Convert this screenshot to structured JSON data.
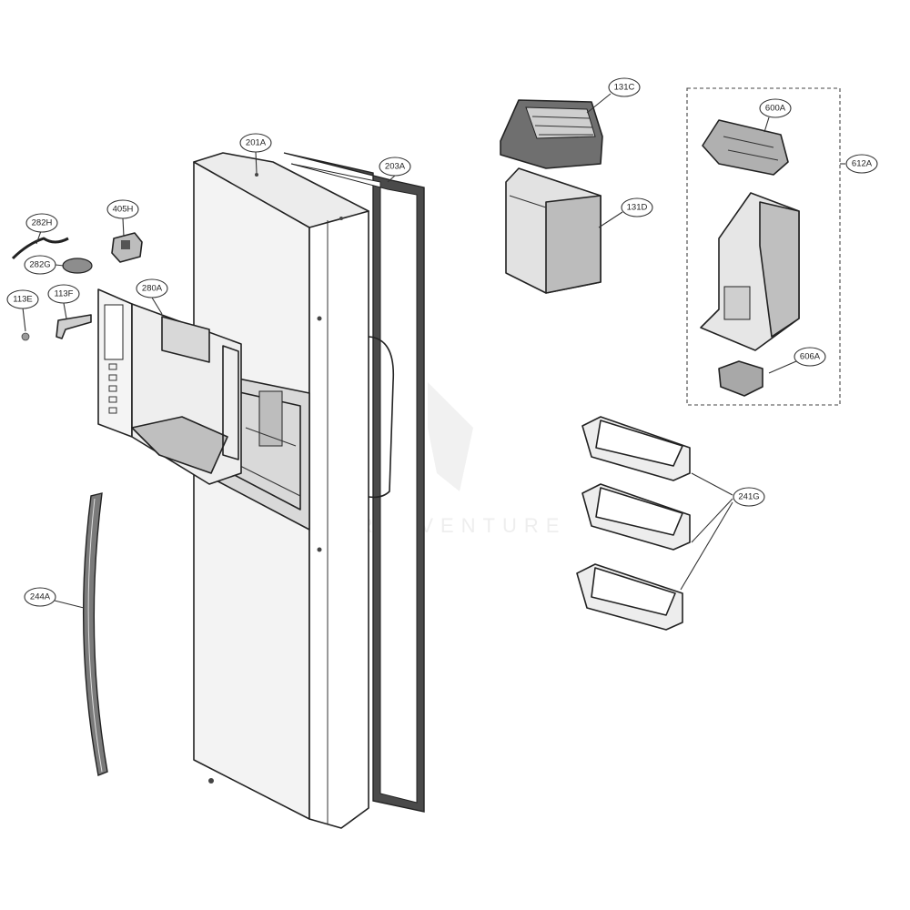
{
  "diagram": {
    "watermark": "PARTSVENTURE",
    "callouts": [
      {
        "id": "201A",
        "label": "201A"
      },
      {
        "id": "203A",
        "label": "203A"
      },
      {
        "id": "131C",
        "label": "131C"
      },
      {
        "id": "131D",
        "label": "131D"
      },
      {
        "id": "600A",
        "label": "600A"
      },
      {
        "id": "612A",
        "label": "612A"
      },
      {
        "id": "606A",
        "label": "606A"
      },
      {
        "id": "405H",
        "label": "405H"
      },
      {
        "id": "282H",
        "label": "282H"
      },
      {
        "id": "282G",
        "label": "282G"
      },
      {
        "id": "113E",
        "label": "113E"
      },
      {
        "id": "113F",
        "label": "113F"
      },
      {
        "id": "280A",
        "label": "280A"
      },
      {
        "id": "241G",
        "label": "241G"
      },
      {
        "id": "244A",
        "label": "244A"
      }
    ]
  }
}
